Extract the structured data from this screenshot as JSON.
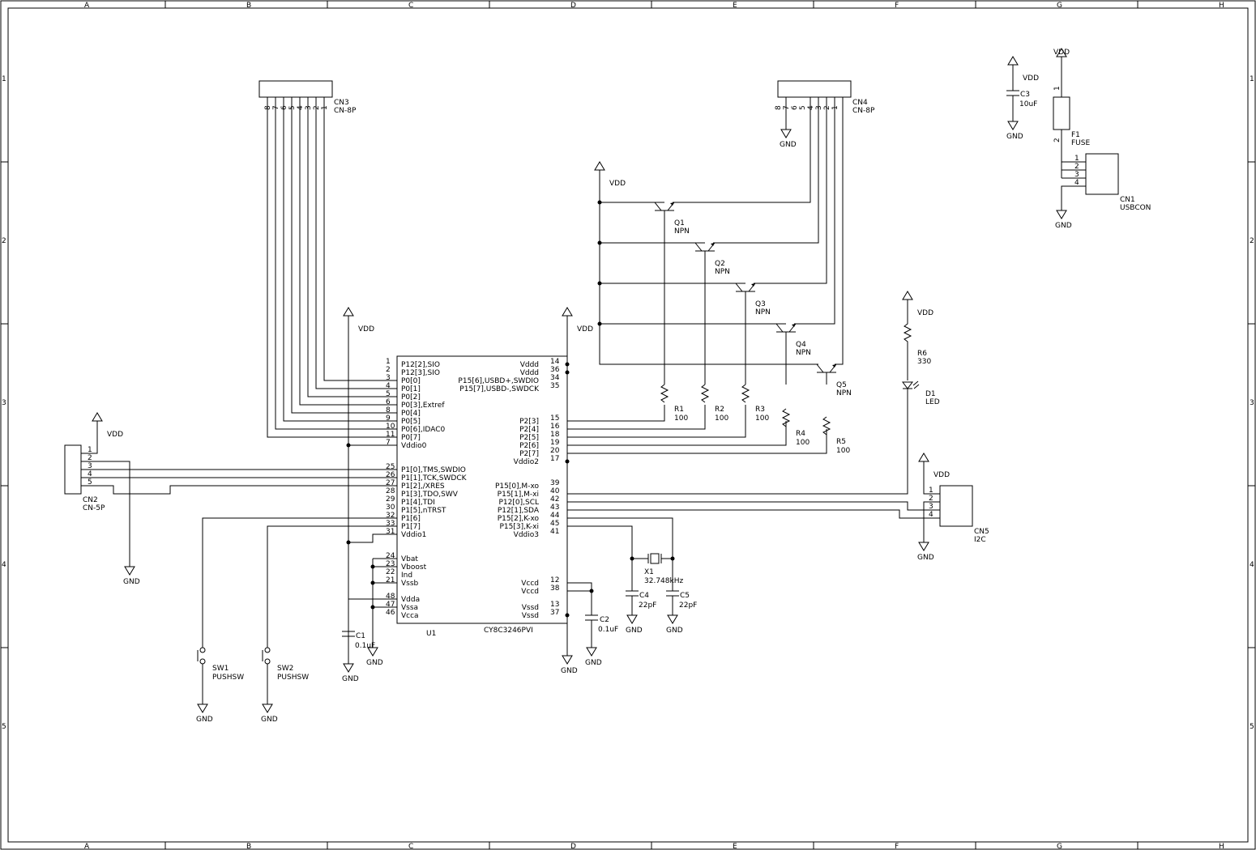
{
  "frame": {
    "columns": [
      "A",
      "B",
      "C",
      "D",
      "E",
      "F",
      "G",
      "H"
    ],
    "rows": [
      "1",
      "2",
      "3",
      "4",
      "5"
    ]
  },
  "power": {
    "vdd": "VDD",
    "gnd": "GND"
  },
  "u1": {
    "ref": "U1",
    "part": "CY8C3246PVI",
    "left_pins": [
      {
        "num": "1",
        "name": "P12[2],SIO"
      },
      {
        "num": "2",
        "name": "P12[3],SIO"
      },
      {
        "num": "3",
        "name": "P0[0]"
      },
      {
        "num": "4",
        "name": "P0[1]"
      },
      {
        "num": "5",
        "name": "P0[2]"
      },
      {
        "num": "6",
        "name": "P0[3],Extref"
      },
      {
        "num": "8",
        "name": "P0[4]"
      },
      {
        "num": "9",
        "name": "P0[5]"
      },
      {
        "num": "10",
        "name": "P0[6],IDAC0"
      },
      {
        "num": "11",
        "name": "P0[7]"
      },
      {
        "num": "7",
        "name": "Vddio0"
      },
      {
        "num": "25",
        "name": "P1[0],TMS,SWDIO"
      },
      {
        "num": "26",
        "name": "P1[1],TCK,SWDCK"
      },
      {
        "num": "27",
        "name": "P1[2],/XRES"
      },
      {
        "num": "28",
        "name": "P1[3],TDO,SWV"
      },
      {
        "num": "29",
        "name": "P1[4],TDI"
      },
      {
        "num": "30",
        "name": "P1[5],nTRST"
      },
      {
        "num": "32",
        "name": "P1[6]"
      },
      {
        "num": "33",
        "name": "P1[7]"
      },
      {
        "num": "31",
        "name": "Vddio1"
      },
      {
        "num": "24",
        "name": "Vbat"
      },
      {
        "num": "23",
        "name": "Vboost"
      },
      {
        "num": "22",
        "name": "Ind"
      },
      {
        "num": "21",
        "name": "Vssb"
      },
      {
        "num": "48",
        "name": "Vdda"
      },
      {
        "num": "47",
        "name": "Vssa"
      },
      {
        "num": "46",
        "name": "Vcca"
      }
    ],
    "right_pins": [
      {
        "num": "14",
        "name": "Vddd"
      },
      {
        "num": "36",
        "name": "Vddd"
      },
      {
        "num": "34",
        "name": "P15[6],USBD+,SWDIO"
      },
      {
        "num": "35",
        "name": "P15[7],USBD-,SWDCK"
      },
      {
        "num": "15",
        "name": "P2[3]"
      },
      {
        "num": "16",
        "name": "P2[4]"
      },
      {
        "num": "18",
        "name": "P2[5]"
      },
      {
        "num": "19",
        "name": "P2[6]"
      },
      {
        "num": "20",
        "name": "P2[7]"
      },
      {
        "num": "17",
        "name": "Vddio2"
      },
      {
        "num": "39",
        "name": "P15[0],M-xo"
      },
      {
        "num": "40",
        "name": "P15[1],M-xi"
      },
      {
        "num": "42",
        "name": "P12[0],SCL"
      },
      {
        "num": "43",
        "name": "P12[1],SDA"
      },
      {
        "num": "44",
        "name": "P15[2],K-xo"
      },
      {
        "num": "45",
        "name": "P15[3],K-xi"
      },
      {
        "num": "41",
        "name": "Vddio3"
      },
      {
        "num": "12",
        "name": "Vccd"
      },
      {
        "num": "38",
        "name": "Vccd"
      },
      {
        "num": "13",
        "name": "Vssd"
      },
      {
        "num": "37",
        "name": "Vssd"
      }
    ]
  },
  "cn3": {
    "ref": "CN3",
    "value": "CN-8P",
    "pins": [
      "8",
      "7",
      "6",
      "5",
      "4",
      "3",
      "2",
      "1"
    ]
  },
  "cn4": {
    "ref": "CN4",
    "value": "CN-8P",
    "pins": [
      "8",
      "7",
      "6",
      "5",
      "4",
      "3",
      "2",
      "1"
    ]
  },
  "cn2": {
    "ref": "CN2",
    "value": "CN-5P",
    "pins": [
      "1",
      "2",
      "3",
      "4",
      "5"
    ]
  },
  "cn5": {
    "ref": "CN5",
    "value": "I2C",
    "pins": [
      "1",
      "2",
      "3",
      "4"
    ]
  },
  "cn1": {
    "ref": "CN1",
    "value": "USBCON",
    "pins": [
      "1",
      "2",
      "3",
      "4"
    ]
  },
  "f1": {
    "ref": "F1",
    "value": "FUSE",
    "pin_top": "1",
    "pin_bottom": "2"
  },
  "c3": {
    "ref": "C3",
    "value": "10uF"
  },
  "c1": {
    "ref": "C1",
    "value": "0.1uF"
  },
  "c2": {
    "ref": "C2",
    "value": "0.1uF"
  },
  "c4": {
    "ref": "C4",
    "value": "22pF"
  },
  "c5": {
    "ref": "C5",
    "value": "22pF"
  },
  "x1": {
    "ref": "X1",
    "value": "32.748kHz"
  },
  "r6": {
    "ref": "R6",
    "value": "330"
  },
  "d1": {
    "ref": "D1",
    "value": "LED"
  },
  "sw1": {
    "ref": "SW1",
    "value": "PUSHSW"
  },
  "sw2": {
    "ref": "SW2",
    "value": "PUSHSW"
  },
  "transistors": [
    {
      "ref": "Q1",
      "value": "NPN"
    },
    {
      "ref": "Q2",
      "value": "NPN"
    },
    {
      "ref": "Q3",
      "value": "NPN"
    },
    {
      "ref": "Q4",
      "value": "NPN"
    },
    {
      "ref": "Q5",
      "value": "NPN"
    }
  ],
  "resistors": [
    {
      "ref": "R1",
      "value": "100"
    },
    {
      "ref": "R2",
      "value": "100"
    },
    {
      "ref": "R3",
      "value": "100"
    },
    {
      "ref": "R4",
      "value": "100"
    },
    {
      "ref": "R5",
      "value": "100"
    }
  ]
}
